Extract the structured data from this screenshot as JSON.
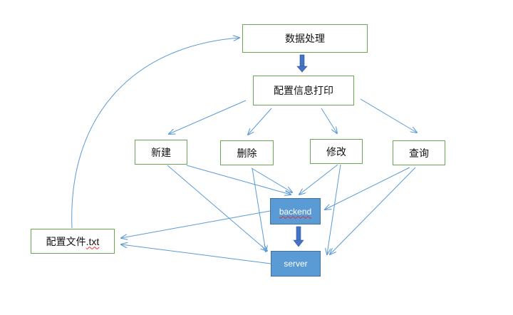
{
  "nodes": {
    "data_processing": "数据处理",
    "config_print": "配置信息打印",
    "create": "新建",
    "delete": "删除",
    "modify": "修改",
    "query": "查询",
    "backend": "backend",
    "server": "server",
    "config_file_name": "配置文件",
    "config_file_ext": ".txt"
  },
  "colors": {
    "arrow": "#5b9bd5",
    "box_border": "#6aa84f",
    "box_fill": "#5b9bd5",
    "box_fill_border": "#41719c",
    "block_arrow": "#4472c4",
    "spellcheck": "#e03030"
  }
}
